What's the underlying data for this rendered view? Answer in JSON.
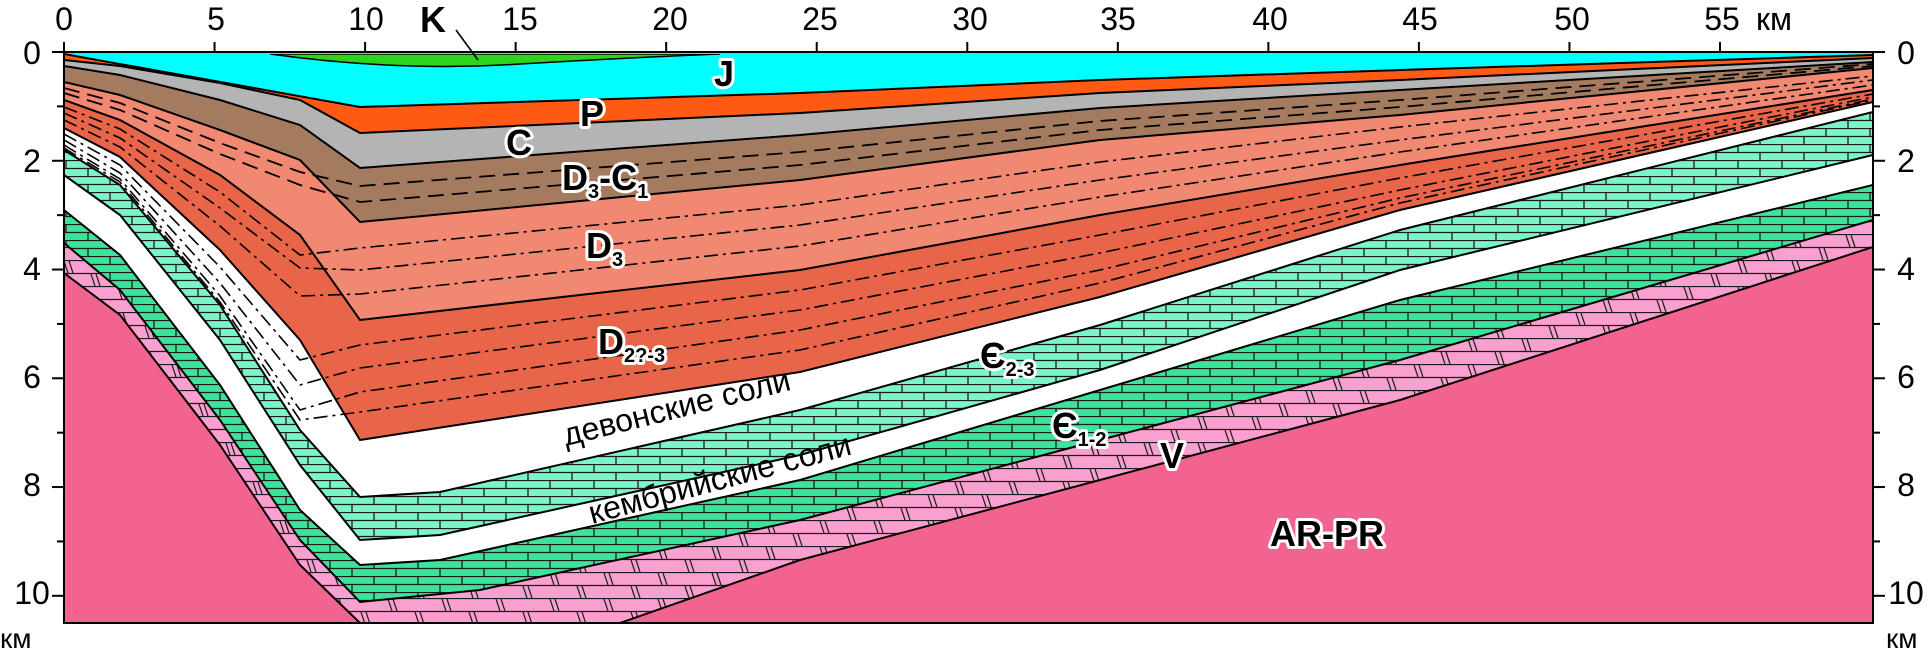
{
  "x_axis": {
    "ticks": [
      "0",
      "5",
      "10",
      "15",
      "20",
      "25",
      "30",
      "35",
      "40",
      "45",
      "50",
      "55"
    ],
    "unit": "км"
  },
  "y_axis": {
    "ticks": [
      "0",
      "2",
      "4",
      "6",
      "8",
      "10"
    ],
    "unit_left": "км",
    "unit_right": "км"
  },
  "units": {
    "K": "K",
    "J": "J",
    "P": "P",
    "C": "C",
    "D3C1_a": "D",
    "D3C1_a_sub": "3",
    "D3C1_dash": "-",
    "D3C1_b": "C",
    "D3C1_b_sub": "1",
    "D3": "D",
    "D3_sub": "3",
    "D23": "D",
    "D23_sub": "2?-3",
    "E23": "Є",
    "E23_sub": "2-3",
    "E12": "Є",
    "E12_sub": "1-2",
    "V": "V",
    "ARPR": "AR-PR"
  },
  "salts": {
    "devonian": "девонские соли",
    "cambrian": "кембрийские соли"
  },
  "colors": {
    "K": "#2dd41e",
    "J": "#00ffff",
    "P": "#ff5a14",
    "C": "#b4b4b4",
    "D3C1": "#a57b5f",
    "D3": "#f08872",
    "D23": "#e8654a",
    "salt": "#ffffff",
    "E23": "#7af5c8",
    "E12": "#3de29b",
    "V": "#f9a0d0",
    "ARPR": "#f2648f"
  }
}
